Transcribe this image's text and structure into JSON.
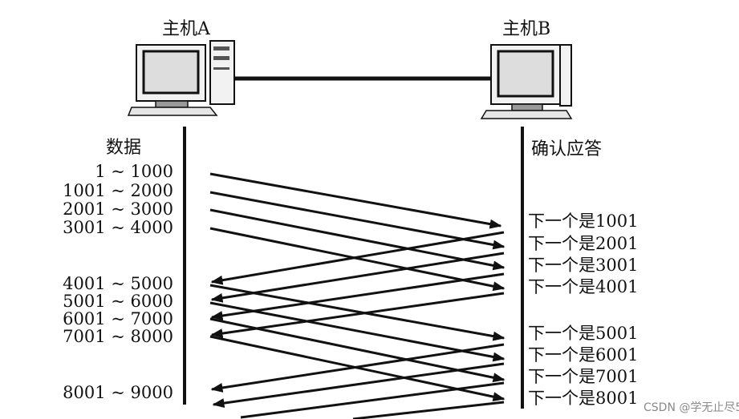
{
  "hosts": {
    "a_label": "主机A",
    "b_label": "主机B"
  },
  "columns": {
    "left_title": "数据",
    "right_title": "确认应答"
  },
  "segments": [
    "1 ~ 1000",
    "1001 ~ 2000",
    "2001 ~ 3000",
    "3001 ~ 4000",
    "4001 ~ 5000",
    "5001 ~ 6000",
    "6001 ~ 7000",
    "7001 ~ 8000",
    "8001 ~ 9000"
  ],
  "acks": [
    "下一个是1001",
    "下一个是2001",
    "下一个是3001",
    "下一个是4001",
    "下一个是5001",
    "下一个是6001",
    "下一个是7001",
    "下一个是8001"
  ],
  "watermark": "CSDN @学无止尽5"
}
